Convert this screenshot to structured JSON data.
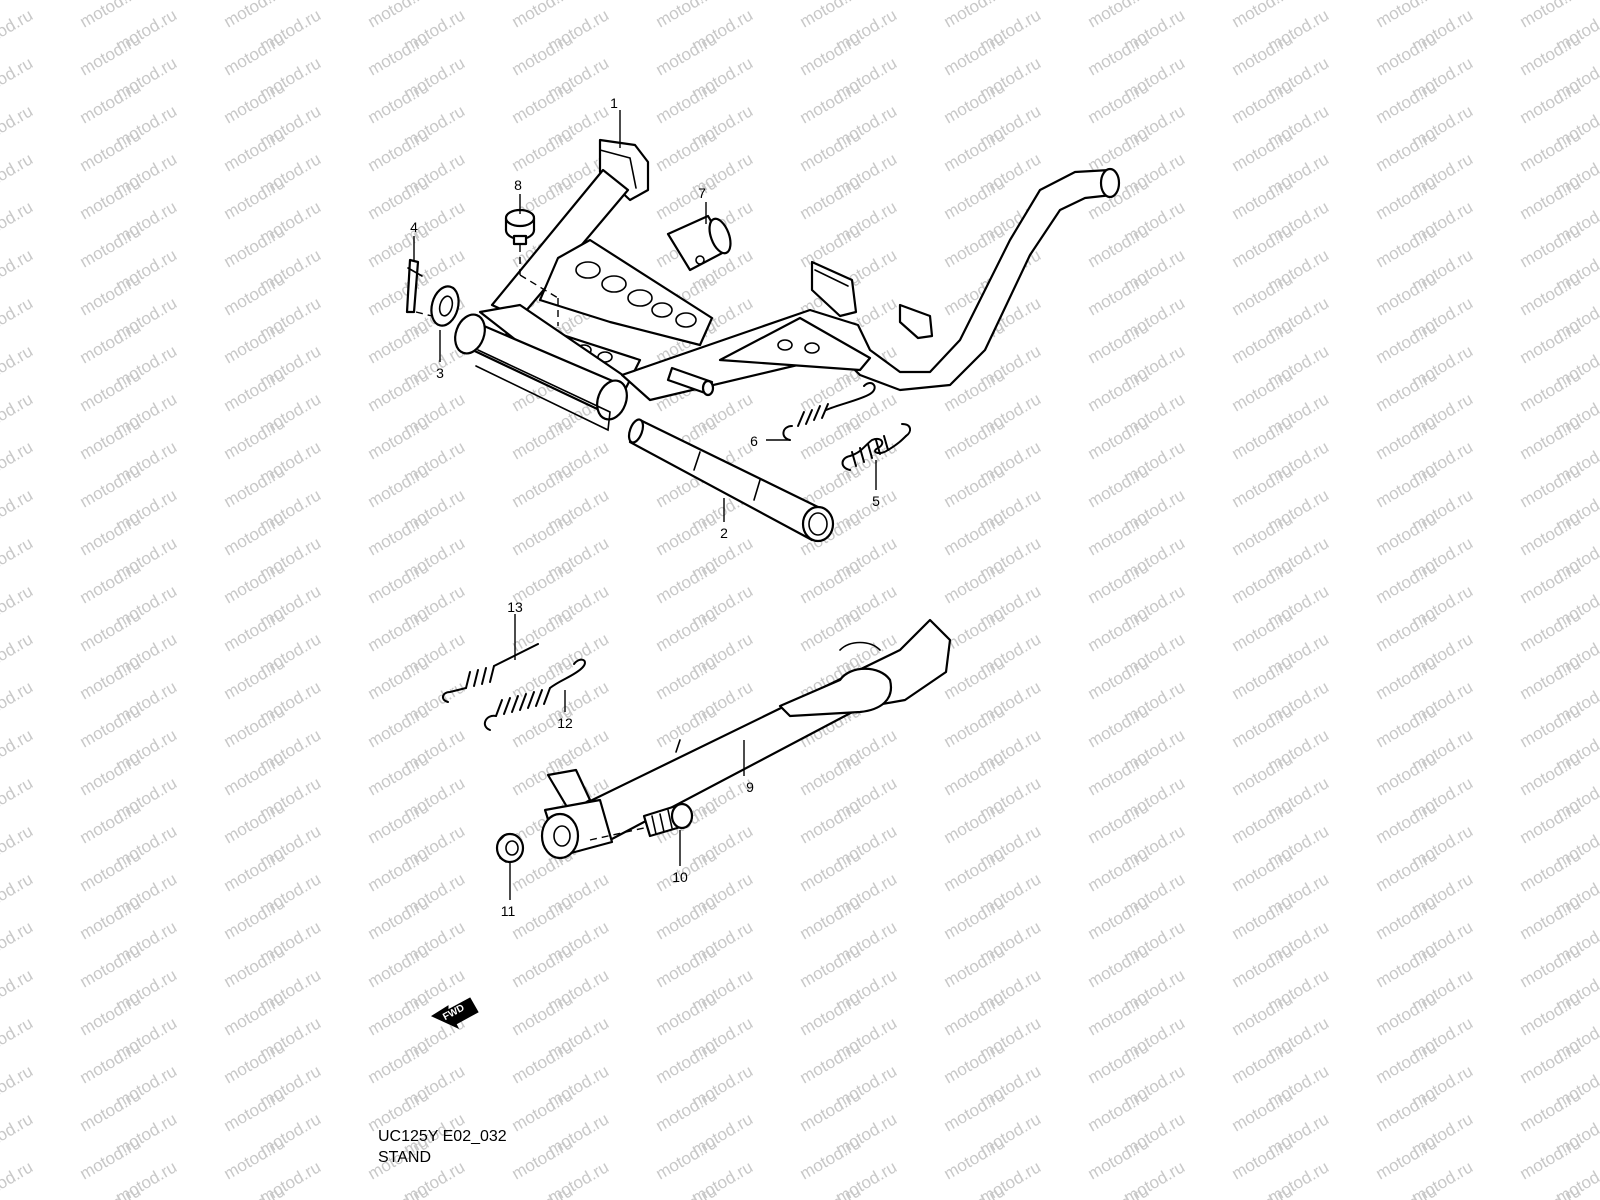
{
  "watermark": {
    "text": "motod.ru",
    "color": "#c8c8c8"
  },
  "callouts": [
    "1",
    "2",
    "3",
    "4",
    "5",
    "6",
    "7",
    "8",
    "9",
    "10",
    "11",
    "12",
    "13"
  ],
  "direction_marker": {
    "label": "FWD",
    "icon": "fwd-arrow-icon"
  },
  "caption": {
    "model_code": "UC125Y E02_032",
    "title": "STAND"
  }
}
